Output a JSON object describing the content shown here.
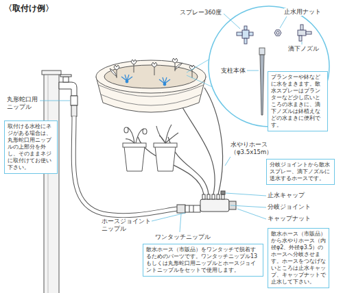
{
  "diagram": {
    "title": "〈取付け例〉",
    "nodes": [
      {
        "text": [
          "プランターや鉢などに水をまきます。散水スプレーはプランターなど少し広いところの水まきに、滴下ノズルは鉢植えなどの水まきに便利です。"
        ]
      },
      {
        "text": [
          "取付ける水栓にネジがある場合は、丸形蛇口用ニップルの上部分を外し、そのままネジに取付けてお使い下さい。"
        ]
      },
      {
        "text": [
          "分岐ジョイントから散水スプレー、滴下ノズルに送水するホースです。"
        ]
      },
      {
        "text": [
          "散水ホース（市販品）から水やりホース（内径φ2、外径φ3.5）のホースへ分岐させます。ホースをつなげないところは止水キャップ、キャップナットで止水して下さい。"
        ]
      },
      {
        "text": [
          "散水ホース（市販品）をワンタッチで脱着するためのパーツです。ワンタッチニップル13もしくは丸形蛇口用ニップルとホースジョイントニップルをセットで使用します。"
        ]
      }
    ],
    "labels": [
      "スプレー360度",
      "止水用ナット",
      "滴下ノズル",
      "支柱本体",
      "丸形蛇口用ニップル",
      "水やりホース （φ3.5x15m）",
      "止水キャップ",
      "分岐ジョイント",
      "キャップナット",
      "ホースジョイントニップル",
      "ワンタッチニップル"
    ]
  }
}
